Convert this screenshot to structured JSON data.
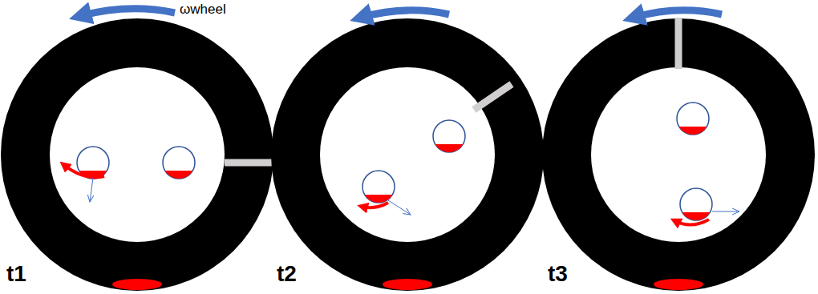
{
  "diagram": {
    "labels": [
      "ωwheel",
      "t1",
      "t2",
      "t3"
    ]
  }
}
